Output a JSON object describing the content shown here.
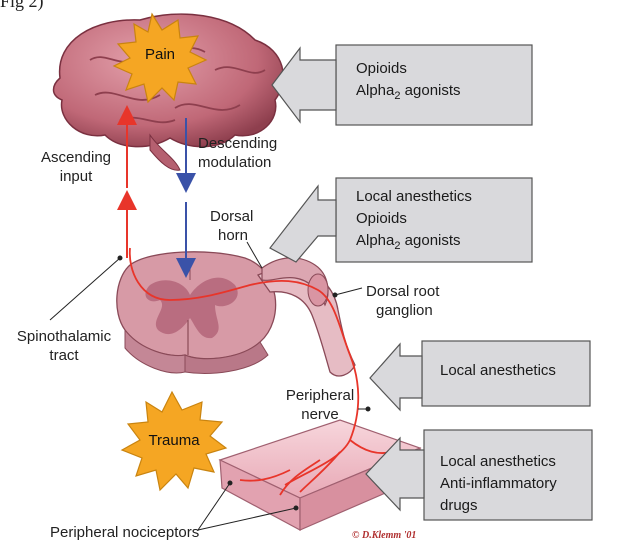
{
  "header_fragment": "Fig 2)",
  "labels": {
    "pain": "Pain",
    "trauma": "Trauma",
    "ascending_input": [
      "Ascending",
      "input"
    ],
    "descending_modulation": [
      "Descending",
      "modulation"
    ],
    "dorsal_horn": [
      "Dorsal",
      "horn"
    ],
    "dorsal_root_ganglion": [
      "Dorsal root",
      "ganglion"
    ],
    "spinothalamic_tract": [
      "Spinothalamic",
      "tract"
    ],
    "peripheral_nerve": [
      "Peripheral",
      "nerve"
    ],
    "peripheral_nociceptors": "Peripheral nociceptors"
  },
  "drug_boxes": [
    {
      "id": "brain",
      "lines": [
        "Opioids",
        "Alpha|2| agonists"
      ]
    },
    {
      "id": "spinal",
      "lines": [
        "Local anesthetics",
        "Opioids",
        "Alpha|2| agonists"
      ]
    },
    {
      "id": "nerve",
      "lines": [
        "Local anesthetics"
      ]
    },
    {
      "id": "skin",
      "lines": [
        "Local anesthetics",
        "Anti-inflammatory",
        "drugs"
      ]
    }
  ],
  "credit": "© D.Klemm '01",
  "colors": {
    "ascending_arrow": "#e8352a",
    "descending_arrow": "#3a52a8",
    "box_fill": "#d9d9dc",
    "box_stroke": "#555555",
    "burst_fill": "#f5a623",
    "brain_fill": "#c9727f",
    "cord_fill": "#e6bcc4",
    "skin_fill": "#f1c6cf"
  }
}
